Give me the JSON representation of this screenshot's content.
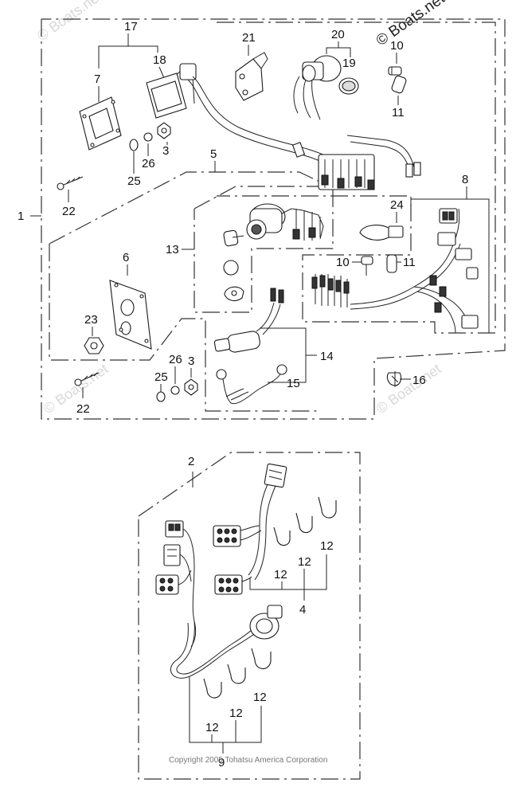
{
  "watermark": {
    "brand": "© Boats.net",
    "faint": "© Boats.net"
  },
  "copyright": "Copyright 2005 Tohatsu America Corporation",
  "callouts": {
    "c1": "1",
    "c2": "2",
    "c3a": "3",
    "c3b": "3",
    "c4": "4",
    "c5": "5",
    "c6": "6",
    "c7": "7",
    "c8": "8",
    "c9": "9",
    "c10a": "10",
    "c10b": "10",
    "c11a": "11",
    "c11b": "11",
    "c12a": "12",
    "c12b": "12",
    "c12c": "12",
    "c12d": "12",
    "c12e": "12",
    "c12f": "12",
    "c13": "13",
    "c14": "14",
    "c15": "15",
    "c16": "16",
    "c17": "17",
    "c18": "18",
    "c19": "19",
    "c20": "20",
    "c21": "21",
    "c22a": "22",
    "c22b": "22",
    "c23": "23",
    "c24": "24",
    "c25a": "25",
    "c25b": "25",
    "c26a": "26",
    "c26b": "26"
  }
}
